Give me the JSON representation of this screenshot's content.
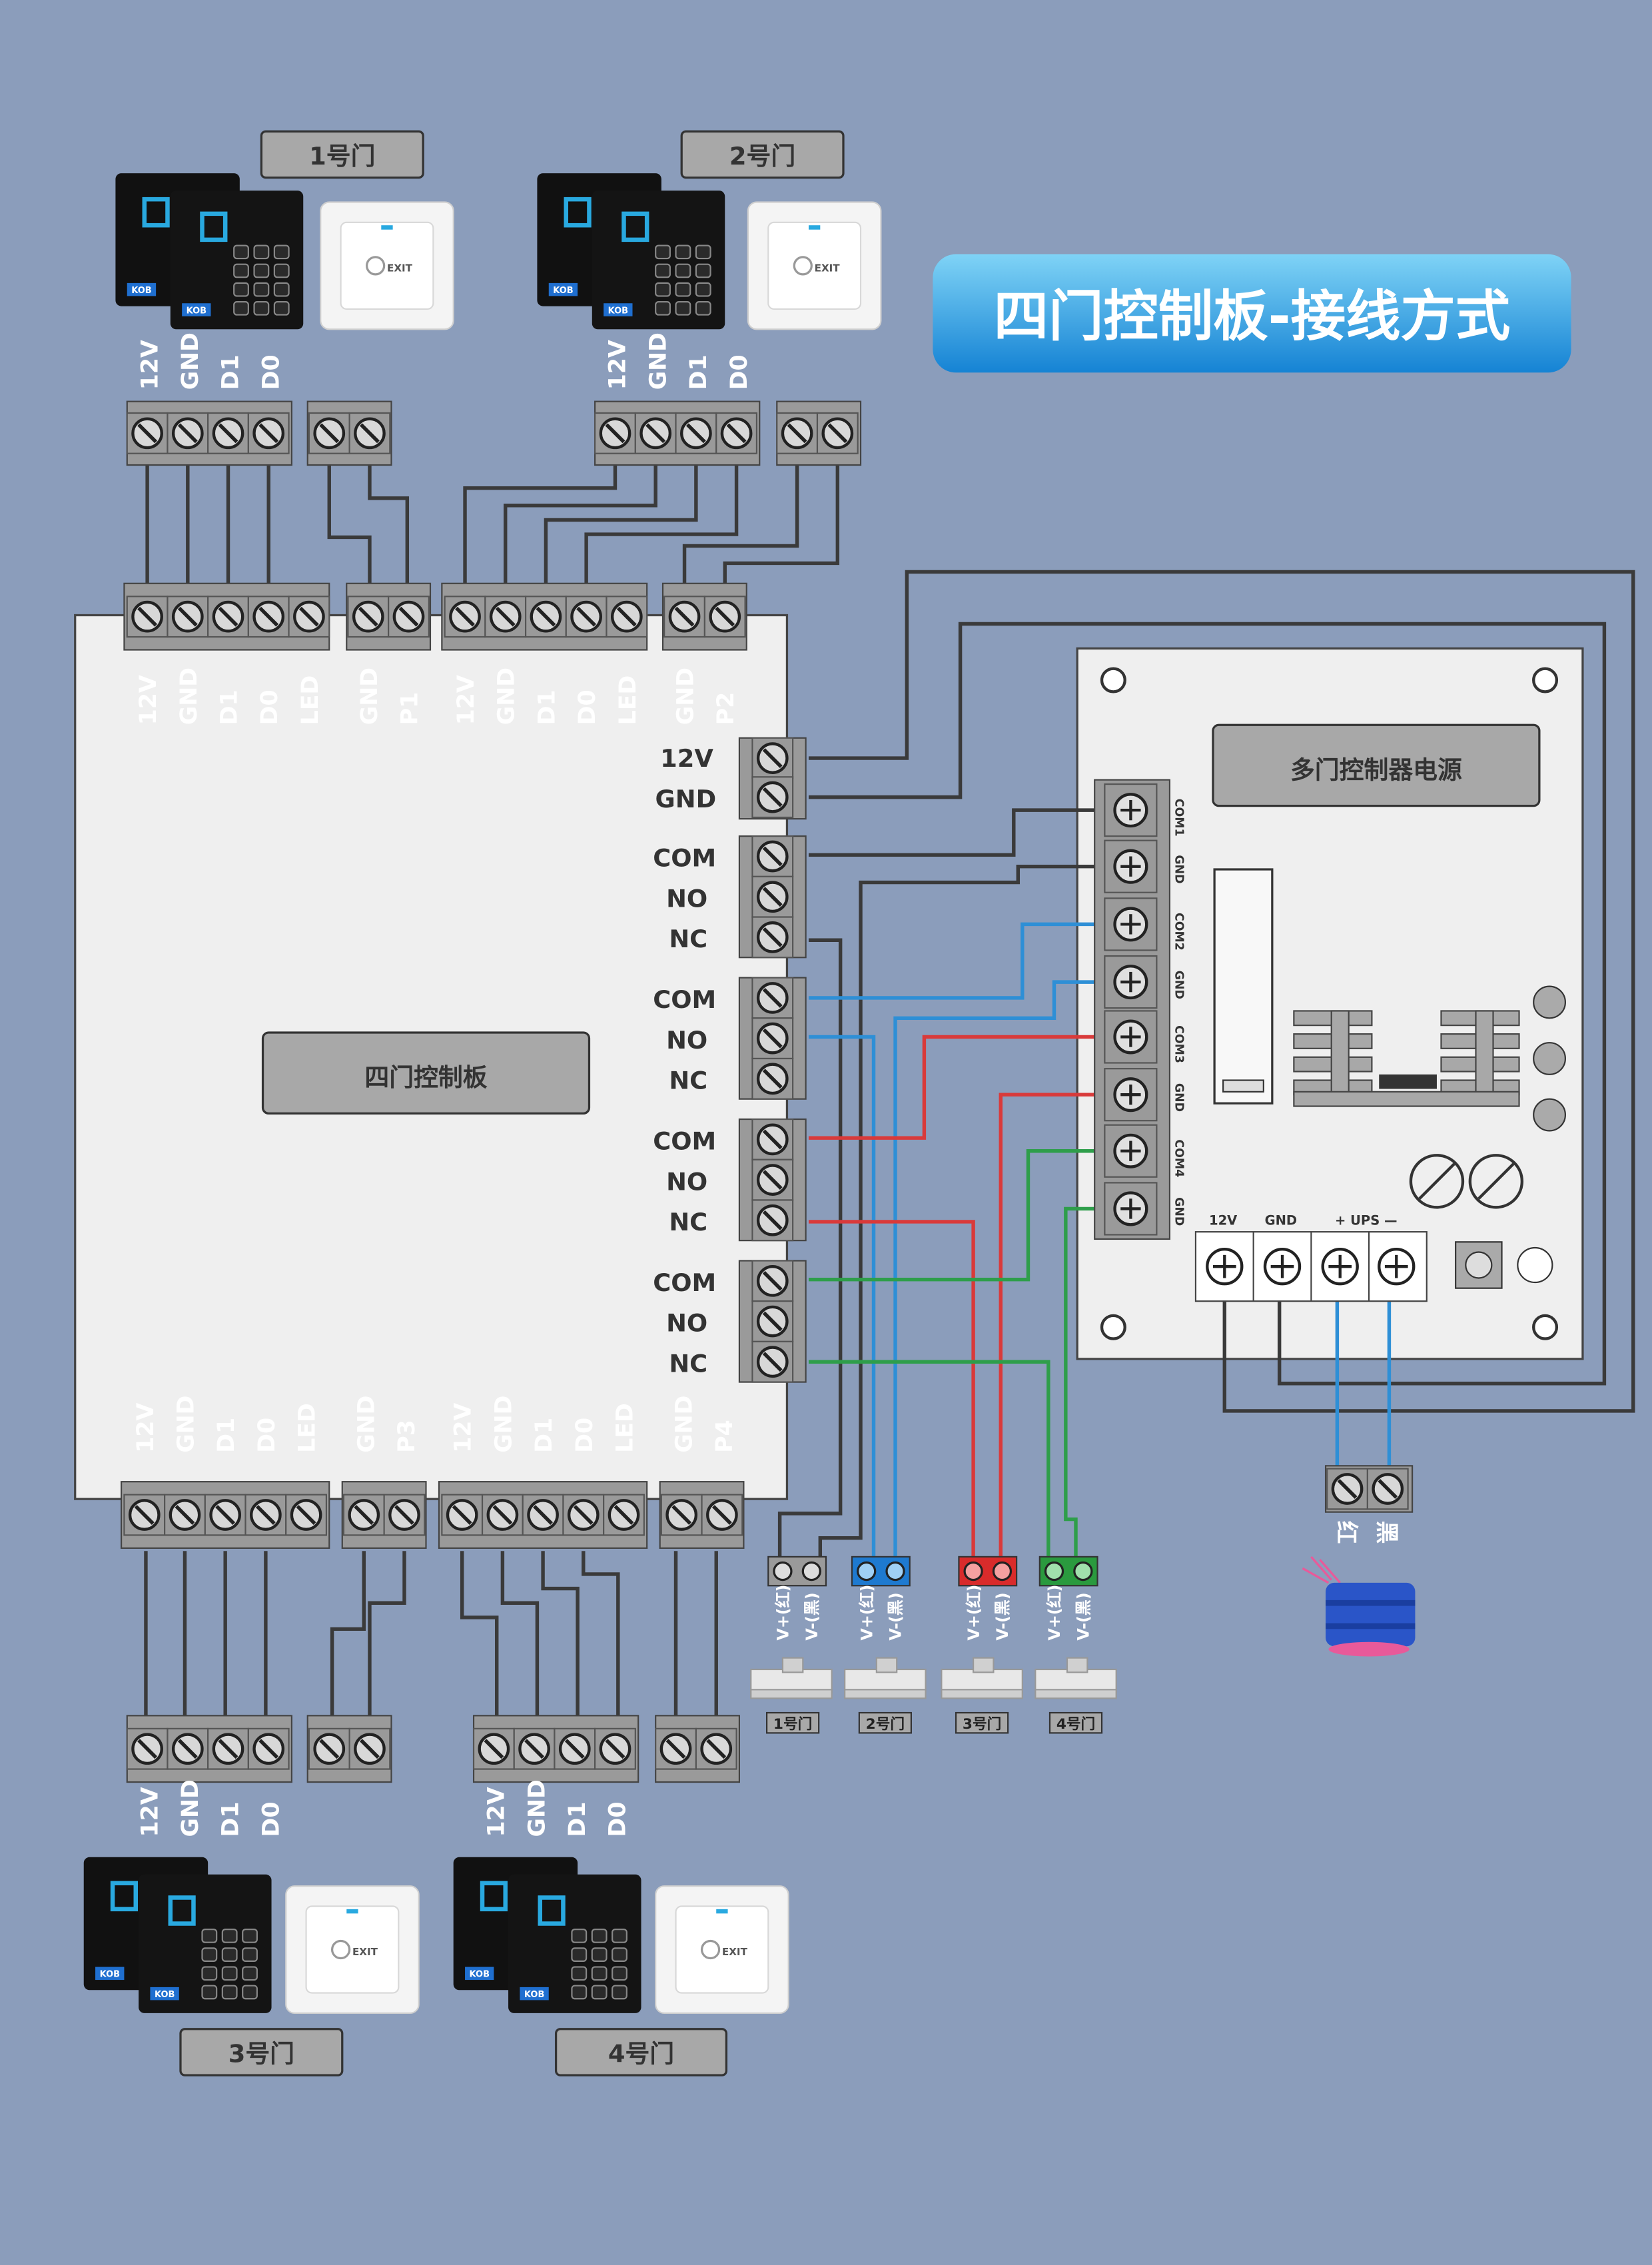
{
  "title": "四门控制板-接线方式",
  "controller_board_label": "四门控制板",
  "power_supply_label": "多门控制器电源",
  "doors": {
    "door1": "1号门",
    "door2": "2号门",
    "door3": "3号门",
    "door4": "4号门"
  },
  "reader_pins": [
    "12V",
    "GND",
    "D1",
    "D0"
  ],
  "board_reader_pins": [
    "12V",
    "GND",
    "D1",
    "D0",
    "LED"
  ],
  "board_button_pins_p1": [
    "GND",
    "P1"
  ],
  "board_button_pins_p2": [
    "GND",
    "P2"
  ],
  "board_button_pins_p3": [
    "GND",
    "P3"
  ],
  "board_button_pins_p4": [
    "GND",
    "P4"
  ],
  "board_power_pins": [
    "12V",
    "GND"
  ],
  "relay_pins": [
    "COM",
    "NO",
    "NC"
  ],
  "psu_right_pins": [
    "COM1",
    "GND",
    "COM2",
    "GND",
    "COM3",
    "GND",
    "COM4",
    "GND"
  ],
  "psu_bottom_pins": [
    "12V",
    "GND",
    "+ UPS —"
  ],
  "battery_pins": [
    "红",
    "黑"
  ],
  "lock_pins": [
    "V+(红)",
    "V-(黑)"
  ],
  "lock_labels": [
    "1号门",
    "2号门",
    "3号门",
    "4号门"
  ],
  "exit_button_text": "EXIT",
  "brand_text": "KOB",
  "colors": {
    "background": "#8b9dbb",
    "wire_dark": "#3a3a3a",
    "wire_blue": "#2e8fd6",
    "wire_red": "#d93a3a",
    "wire_green": "#2e9e4a",
    "title_gradient_top": "#6cc9f2",
    "title_gradient_bottom": "#1a84d6"
  }
}
